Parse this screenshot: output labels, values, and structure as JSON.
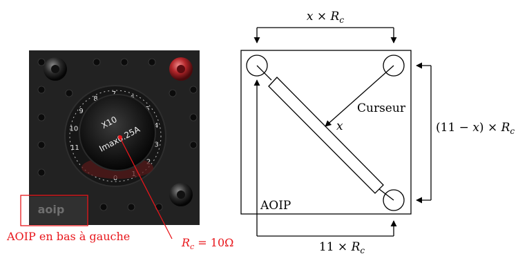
{
  "photo": {
    "dial_text_line1": "X10",
    "dial_text_line2": "Imax0.25A",
    "dial_numbers": [
      "0",
      "1",
      "2",
      "3",
      "4",
      "5",
      "6",
      "7",
      "8",
      "9",
      "10",
      "11"
    ],
    "brand_plate_text": "aoip",
    "highlight_color": "#e8161b"
  },
  "annotations": {
    "brand_note": "AOIP en bas à gauche",
    "rc_label_symbol": "R",
    "rc_label_sub": "c",
    "rc_label_value": " = 10Ω"
  },
  "diagram": {
    "top_dimension": {
      "var": "x",
      "op": " × ",
      "sym": "R",
      "sub": "c"
    },
    "right_dimension": {
      "pre": "(11 − ",
      "var": "x",
      "post": ") × ",
      "sym": "R",
      "sub": "c"
    },
    "bottom_dimension": {
      "pre": "11 × ",
      "sym": "R",
      "sub": "c"
    },
    "cursor_label": "Curseur",
    "cursor_var": "x",
    "brand_label": "AOIP"
  }
}
